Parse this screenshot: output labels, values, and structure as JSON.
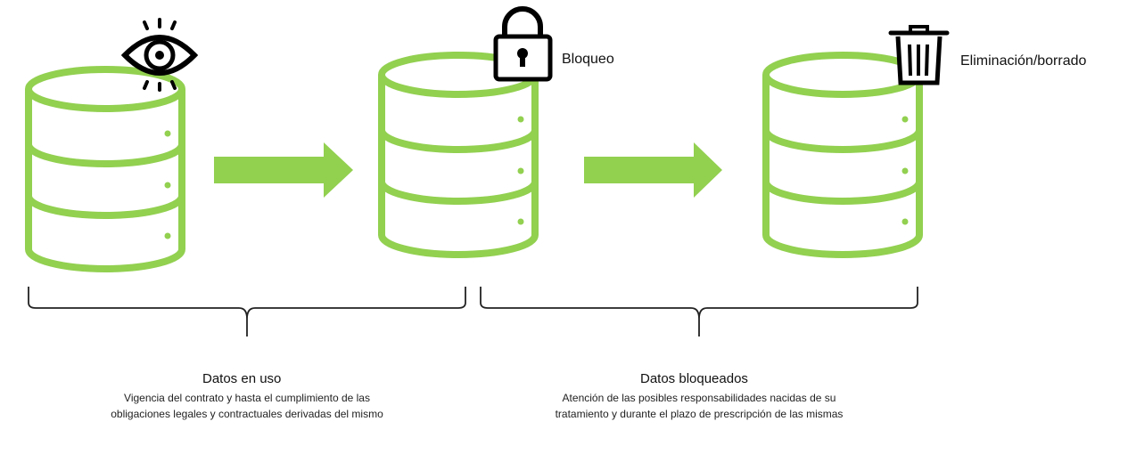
{
  "labels": {
    "lock": "Bloqueo",
    "delete": "Eliminación/borrado"
  },
  "sections": [
    {
      "title": "Datos en uso",
      "desc_lines": [
        "Vigencia del contrato y hasta el cumplimiento de las",
        "obligaciones legales y contractuales derivadas del mismo"
      ]
    },
    {
      "title": "Datos bloqueados",
      "desc_lines": [
        "Atención de las posibles responsabilidades nacidas de su",
        "tratamiento y durante el plazo de prescripción de las mismas"
      ]
    }
  ],
  "icons": [
    "eye-icon",
    "padlock-icon",
    "trash-icon"
  ],
  "colors": {
    "accent": "#92d050",
    "ink": "#000000"
  }
}
